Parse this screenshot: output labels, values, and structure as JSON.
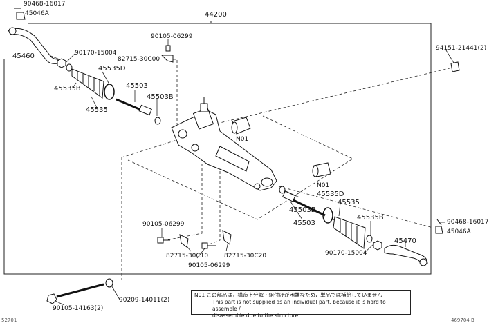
{
  "diagram": {
    "assembly_part": "44200",
    "parts": [
      {
        "id": "p1",
        "label": "90468-16017"
      },
      {
        "id": "p2",
        "label": "45046A"
      },
      {
        "id": "p3",
        "label": "45460"
      },
      {
        "id": "p4",
        "label": "90170-15004"
      },
      {
        "id": "p5",
        "label": "45535D"
      },
      {
        "id": "p6",
        "label": "45535B"
      },
      {
        "id": "p7",
        "label": "45535"
      },
      {
        "id": "p8",
        "label": "45503"
      },
      {
        "id": "p9",
        "label": "45503B"
      },
      {
        "id": "p10",
        "label": "90105-06299"
      },
      {
        "id": "p11",
        "label": "82715-30C00"
      },
      {
        "id": "p12",
        "label": "94151-21441(2)"
      },
      {
        "id": "p13",
        "label": "N01"
      },
      {
        "id": "p14",
        "label": "N01"
      },
      {
        "id": "p15",
        "label": "45535D"
      },
      {
        "id": "p16",
        "label": "45503B"
      },
      {
        "id": "p17",
        "label": "45535"
      },
      {
        "id": "p18",
        "label": "45503"
      },
      {
        "id": "p19",
        "label": "45535B"
      },
      {
        "id": "p20",
        "label": "45470"
      },
      {
        "id": "p21",
        "label": "90170-15004"
      },
      {
        "id": "p22",
        "label": "90468-16017"
      },
      {
        "id": "p23",
        "label": "45046A"
      },
      {
        "id": "p24",
        "label": "90105-06299"
      },
      {
        "id": "p25",
        "label": "82715-30C10"
      },
      {
        "id": "p26",
        "label": "82715-30C20"
      },
      {
        "id": "p27",
        "label": "90105-06299"
      },
      {
        "id": "p28",
        "label": "90105-14163(2)"
      },
      {
        "id": "p29",
        "label": "90209-14011(2)"
      }
    ],
    "note": {
      "jp": "N01 この部品は，構造上分解・組付けが困難なため，単品では補給していません",
      "en1": "This part is not supplied as an individual part, because it is hard to assemble /",
      "en2": "disassemble due to the structure"
    },
    "corner_left": "52701",
    "corner_right": "469704 B"
  }
}
